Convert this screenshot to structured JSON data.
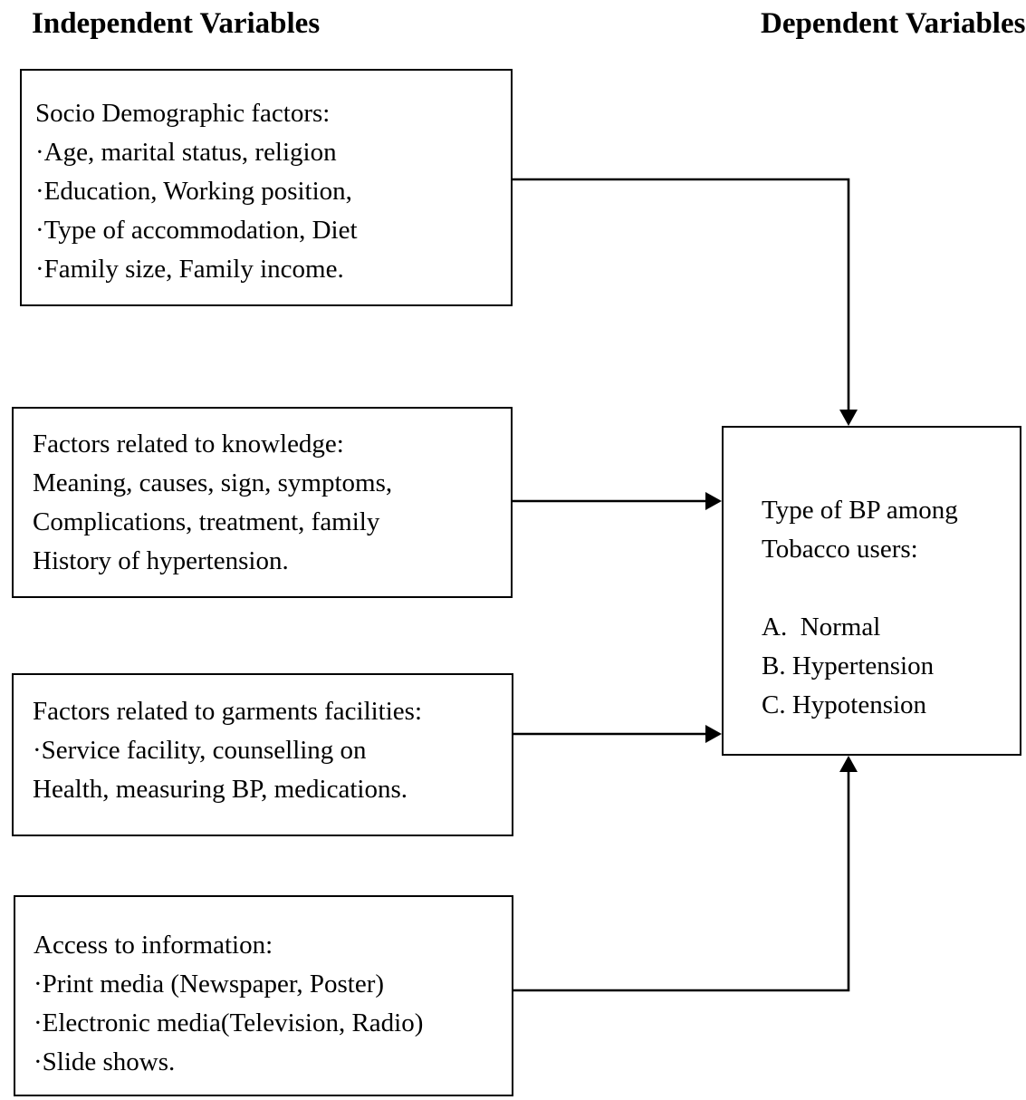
{
  "headings": {
    "independent": "Independent Variables",
    "dependent": "Dependent Variables"
  },
  "independent_boxes": [
    {
      "id": "socio-demographic-factors",
      "lines": [
        "Socio Demographic factors:",
        "·Age, marital status, religion",
        "·Education, Working position,",
        "·Type of accommodation, Diet",
        "·Family size, Family income."
      ]
    },
    {
      "id": "factors-related-to-knowledge",
      "lines": [
        "Factors related to knowledge:",
        "Meaning, causes, sign, symptoms,",
        "Complications, treatment, family",
        "History of hypertension."
      ]
    },
    {
      "id": "factors-related-to-garments-facilities",
      "lines": [
        "Factors related to garments facilities:",
        "·Service facility, counselling on",
        "Health, measuring BP, medications."
      ]
    },
    {
      "id": "access-to-information",
      "lines": [
        "Access to information:",
        "·Print media (Newspaper, Poster)",
        "·Electronic media(Television, Radio)",
        "·Slide shows."
      ]
    }
  ],
  "dependent_box": {
    "id": "type-of-bp-among-tobacco-users",
    "lines": [
      "Type of BP among",
      "Tobacco users:",
      "",
      "A.  Normal",
      "B. Hypertension",
      "C. Hypotension"
    ]
  },
  "connections": [
    {
      "from": "socio-demographic-factors",
      "to": "type-of-bp-among-tobacco-users",
      "enters": "top"
    },
    {
      "from": "factors-related-to-knowledge",
      "to": "type-of-bp-among-tobacco-users",
      "enters": "left"
    },
    {
      "from": "factors-related-to-garments-facilities",
      "to": "type-of-bp-among-tobacco-users",
      "enters": "left"
    },
    {
      "from": "access-to-information",
      "to": "type-of-bp-among-tobacco-users",
      "enters": "bottom"
    }
  ],
  "colors": {
    "line": "#000000",
    "text": "#000000",
    "background": "#ffffff"
  }
}
